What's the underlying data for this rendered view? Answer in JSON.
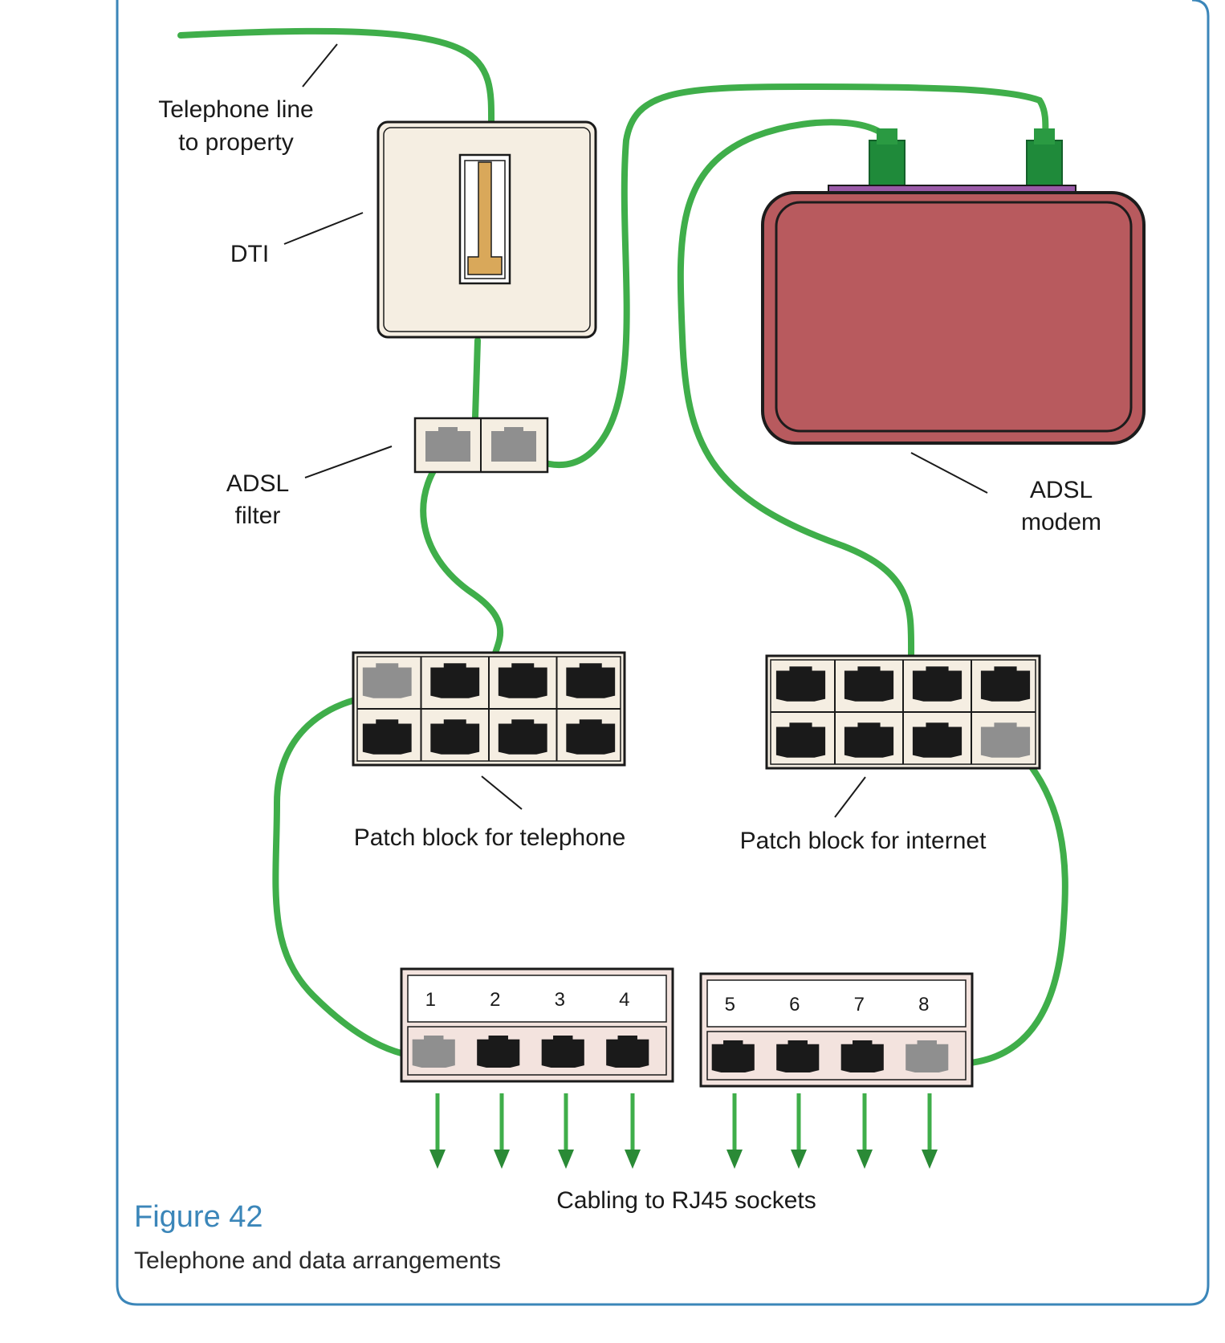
{
  "labels": {
    "telephone_line": [
      "Telephone line",
      "to property"
    ],
    "dti": "DTI",
    "adsl_filter": [
      "ADSL",
      "filter"
    ],
    "adsl_modem": [
      "ADSL",
      "modem"
    ],
    "patch_telephone": "Patch block for telephone",
    "patch_internet": "Patch block for internet",
    "cabling": "Cabling to RJ45 sockets"
  },
  "socket_numbers_left": [
    "1",
    "2",
    "3",
    "4"
  ],
  "socket_numbers_right": [
    "5",
    "6",
    "7",
    "8"
  ],
  "figure": {
    "title": "Figure 42",
    "caption": "Telephone and data arrangements"
  },
  "colors": {
    "cable": "#3fae4a",
    "cable_dark": "#2a8a36",
    "modem": "#b85a5e",
    "modem_dark": "#1c1c1c",
    "modem_strip": "#9a5aa8",
    "dti_face": "#f5eee2",
    "dti_slot": "#d9a85a",
    "port_active": "#8f8f8f",
    "port_black": "#1a1a1a",
    "frame": "#3b86b9"
  }
}
